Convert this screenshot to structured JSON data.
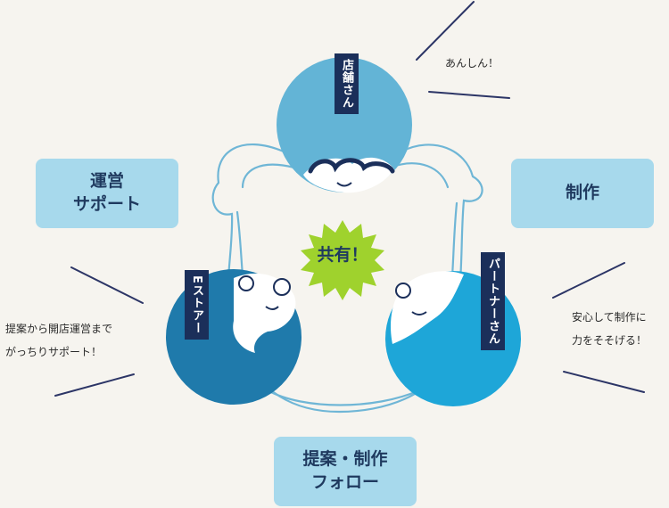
{
  "center": {
    "label": "共有！"
  },
  "roles": {
    "store": "店舗さん",
    "estore": "Eストアー",
    "partner": "パートナーさん"
  },
  "boxes": {
    "support": [
      "運営",
      "サポート"
    ],
    "production": [
      "制作"
    ],
    "follow": [
      "提案・制作",
      "フォロー"
    ]
  },
  "notes": {
    "store": [
      "あんしん！"
    ],
    "estore": [
      "提案から開店運営まで",
      "がっちりサポート！"
    ],
    "partner": [
      "安心して制作に",
      "力をそそげる！"
    ]
  },
  "colors": {
    "background": "#f6f4ef",
    "store_circle": "#63b4d6",
    "estore_circle": "#1f7aab",
    "partner_circle": "#1ea6d8",
    "box_fill": "#a7d9ec",
    "label_fill": "#1b2f5a",
    "burst": "#9fd22d",
    "text": "#1f3a5f"
  }
}
